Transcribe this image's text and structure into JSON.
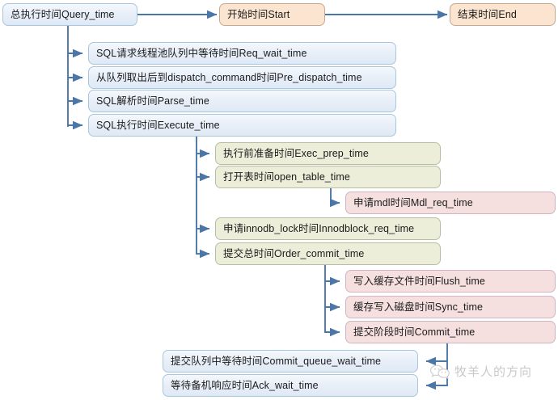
{
  "diagram": {
    "title": "MySQL SQL execution time breakdown flow",
    "colors": {
      "blue_fill": "#e7eef8",
      "blue_border": "#a8c6de",
      "orange_fill": "#fbe5d0",
      "orange_border": "#c6a98e",
      "green_fill": "#eceeda",
      "green_border": "#b6c0a0",
      "pink_fill": "#f6dfdf",
      "pink_border": "#d3b4c2",
      "connector": "#4a76a8",
      "watermark": "#c9c9c9"
    },
    "nodes": [
      {
        "id": "query_time",
        "label": "总执行时间Query_time"
      },
      {
        "id": "start",
        "label": "开始时间Start"
      },
      {
        "id": "end",
        "label": "结束时间End"
      },
      {
        "id": "req_wait_time",
        "label": "SQL请求线程池队列中等待时间Req_wait_time"
      },
      {
        "id": "pre_dispatch_time",
        "label": "从队列取出后到dispatch_command时间Pre_dispatch_time"
      },
      {
        "id": "parse_time",
        "label": "SQL解析时间Parse_time"
      },
      {
        "id": "execute_time",
        "label": "SQL执行时间Execute_time"
      },
      {
        "id": "exec_prep_time",
        "label": "执行前准备时间Exec_prep_time"
      },
      {
        "id": "open_table_time",
        "label": "打开表时间open_table_time"
      },
      {
        "id": "mdl_req_time",
        "label": "申请mdl时间Mdl_req_time"
      },
      {
        "id": "innodblock_req_time",
        "label": "申请innodb_lock时间Innodblock_req_time"
      },
      {
        "id": "order_commit_time",
        "label": "提交总时间Order_commit_time"
      },
      {
        "id": "flush_time",
        "label": "写入缓存文件时间Flush_time"
      },
      {
        "id": "sync_time",
        "label": "缓存写入磁盘时间Sync_time"
      },
      {
        "id": "commit_time",
        "label": "提交阶段时间Commit_time"
      },
      {
        "id": "commit_queue_wait_time",
        "label": "提交队列中等待时间Commit_queue_wait_time"
      },
      {
        "id": "ack_wait_time",
        "label": "等待备机响应时间Ack_wait_time"
      }
    ],
    "watermark": {
      "text": "牧羊人的方向",
      "icon": "wechat-bubbles-icon"
    }
  }
}
